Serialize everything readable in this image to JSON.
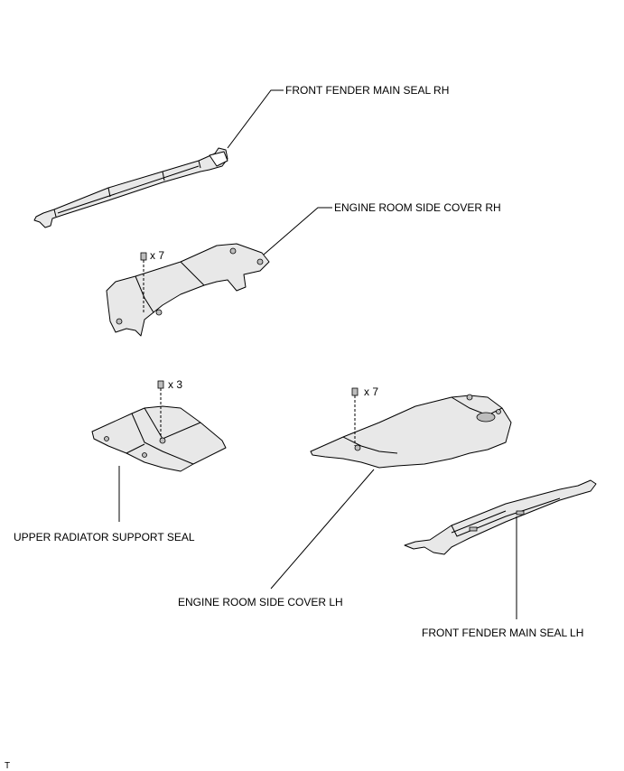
{
  "labels": {
    "front_fender_main_seal_rh": "FRONT FENDER MAIN SEAL RH",
    "engine_room_side_cover_rh": "ENGINE ROOM SIDE COVER RH",
    "upper_radiator_support_seal": "UPPER RADIATOR SUPPORT SEAL",
    "engine_room_side_cover_lh": "ENGINE ROOM SIDE COVER LH",
    "front_fender_main_seal_lh": "FRONT FENDER MAIN SEAL LH"
  },
  "fasteners": {
    "rh_cover_qty": "x 7",
    "radiator_seal_qty": "x 3",
    "lh_cover_qty": "x 7"
  },
  "corner_mark": "T"
}
